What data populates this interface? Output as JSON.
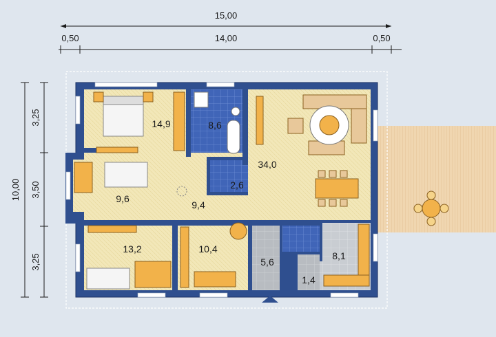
{
  "dimensions": {
    "total_width": "15,00",
    "margin_left": "0,50",
    "inner_width": "14,00",
    "margin_right": "0,50",
    "total_height": "10,00",
    "seg_top": "3,25",
    "seg_middle": "3,50",
    "seg_bottom": "3,25"
  },
  "rooms": {
    "bedroom_main": "14,9",
    "bathroom": "8,6",
    "living": "34,0",
    "wc_small": "2,6",
    "bedroom_2": "9,6",
    "hall": "9,4",
    "bedroom_3": "13,2",
    "study": "10,4",
    "entry": "5,6",
    "kitchen": "8,1",
    "wc_2": "1,4"
  },
  "colors": {
    "wall": "#2f4f8f",
    "wall_outline": "#1a2f60",
    "floor_wood": "#f1e6b5",
    "floor_tile_grey": "#b9bdc2",
    "bath_tile": "#3f63b5",
    "terrace": "#eed3ad",
    "roof_line": "#ffffff"
  }
}
